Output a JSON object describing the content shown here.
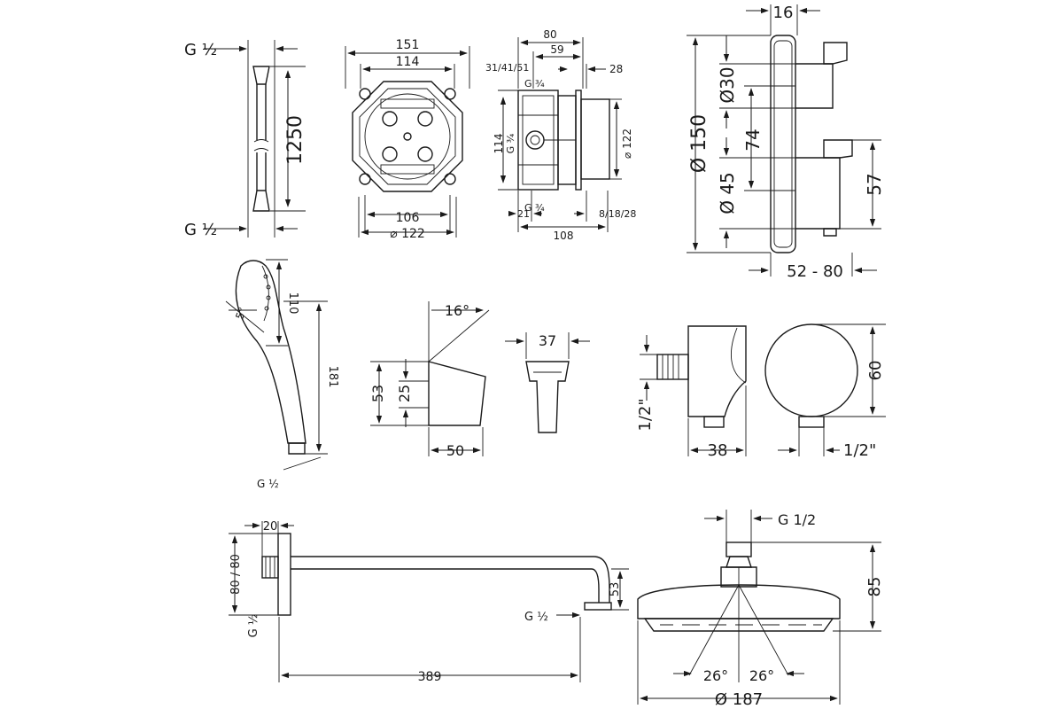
{
  "dimensions": {
    "hose_thread_top": "G ½",
    "hose_thread_bottom": "G ½",
    "hose_length": "1250",
    "body_outer_width": "151",
    "body_inner_width": "114",
    "body_base_width": "106",
    "body_diameter": "⌀ 122",
    "side_depth_total": "80",
    "side_depth_inner": "59",
    "side_options": "31/41/51",
    "side_offset_right": "28",
    "side_thread_top": "G ¾",
    "side_thread_bottom": "G ¾",
    "side_height": "114",
    "side_thread_side": "G ¾",
    "side_diameter": "⌀ 122",
    "side_bottom_left": "21",
    "side_bottom_right": "8/18/28",
    "side_bottom_total": "108",
    "plate_thickness": "16",
    "plate_diameter": "Ø 150",
    "knob_top_diameter": "Ø30",
    "knob_spacing": "74",
    "knob_bottom_diameter": "Ø 45",
    "knob_height": "57",
    "plate_projection": "52 - 80",
    "hand_angle": "5°",
    "hand_head": "110",
    "hand_length": "181",
    "hand_thread": "G ½",
    "holder_angle": "16°",
    "holder_height": "53",
    "holder_mid": "25",
    "holder_depth": "50",
    "holder_front_width": "37",
    "elbow_thread_left": "1/2\"",
    "elbow_depth": "38",
    "elbow_height": "60",
    "elbow_thread_right": "1/2\"",
    "arm_flange": "20",
    "arm_rosette": "80 / 80",
    "arm_thread_left": "G ½",
    "arm_thread_right": "G ½",
    "arm_drop": "53",
    "arm_length": "389",
    "head_thread": "G  1/2",
    "head_height": "85",
    "head_angle_left": "26°",
    "head_angle_right": "26°",
    "head_diameter": "Ø  187"
  }
}
